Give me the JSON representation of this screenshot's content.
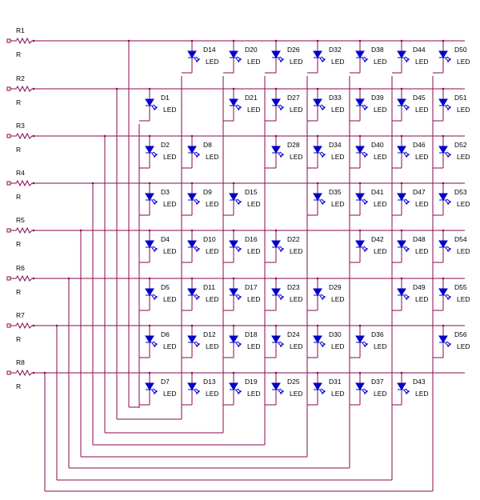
{
  "diagram": {
    "resistors": [
      {
        "name": "R1",
        "value": "R"
      },
      {
        "name": "R2",
        "value": "R"
      },
      {
        "name": "R3",
        "value": "R"
      },
      {
        "name": "R4",
        "value": "R"
      },
      {
        "name": "R5",
        "value": "R"
      },
      {
        "name": "R6",
        "value": "R"
      },
      {
        "name": "R7",
        "value": "R"
      },
      {
        "name": "R8",
        "value": "R"
      }
    ],
    "led_type": "LED",
    "leds": [
      {
        "name": "D1",
        "row": 1,
        "col": 0
      },
      {
        "name": "D2",
        "row": 2,
        "col": 0
      },
      {
        "name": "D3",
        "row": 3,
        "col": 0
      },
      {
        "name": "D4",
        "row": 4,
        "col": 0
      },
      {
        "name": "D5",
        "row": 5,
        "col": 0
      },
      {
        "name": "D6",
        "row": 6,
        "col": 0
      },
      {
        "name": "D7",
        "row": 7,
        "col": 0
      },
      {
        "name": "D14",
        "row": 0,
        "col": 1
      },
      {
        "name": "D8",
        "row": 2,
        "col": 1
      },
      {
        "name": "D9",
        "row": 3,
        "col": 1
      },
      {
        "name": "D10",
        "row": 4,
        "col": 1
      },
      {
        "name": "D11",
        "row": 5,
        "col": 1
      },
      {
        "name": "D12",
        "row": 6,
        "col": 1
      },
      {
        "name": "D13",
        "row": 7,
        "col": 1
      },
      {
        "name": "D20",
        "row": 0,
        "col": 2
      },
      {
        "name": "D21",
        "row": 1,
        "col": 2
      },
      {
        "name": "D15",
        "row": 3,
        "col": 2
      },
      {
        "name": "D16",
        "row": 4,
        "col": 2
      },
      {
        "name": "D17",
        "row": 5,
        "col": 2
      },
      {
        "name": "D18",
        "row": 6,
        "col": 2
      },
      {
        "name": "D19",
        "row": 7,
        "col": 2
      },
      {
        "name": "D26",
        "row": 0,
        "col": 3
      },
      {
        "name": "D27",
        "row": 1,
        "col": 3
      },
      {
        "name": "D28",
        "row": 2,
        "col": 3
      },
      {
        "name": "D22",
        "row": 4,
        "col": 3
      },
      {
        "name": "D23",
        "row": 5,
        "col": 3
      },
      {
        "name": "D24",
        "row": 6,
        "col": 3
      },
      {
        "name": "D25",
        "row": 7,
        "col": 3
      },
      {
        "name": "D32",
        "row": 0,
        "col": 4
      },
      {
        "name": "D33",
        "row": 1,
        "col": 4
      },
      {
        "name": "D34",
        "row": 2,
        "col": 4
      },
      {
        "name": "D35",
        "row": 3,
        "col": 4
      },
      {
        "name": "D29",
        "row": 5,
        "col": 4
      },
      {
        "name": "D30",
        "row": 6,
        "col": 4
      },
      {
        "name": "D31",
        "row": 7,
        "col": 4
      },
      {
        "name": "D38",
        "row": 0,
        "col": 5
      },
      {
        "name": "D39",
        "row": 1,
        "col": 5
      },
      {
        "name": "D40",
        "row": 2,
        "col": 5
      },
      {
        "name": "D41",
        "row": 3,
        "col": 5
      },
      {
        "name": "D42",
        "row": 4,
        "col": 5
      },
      {
        "name": "D36",
        "row": 6,
        "col": 5
      },
      {
        "name": "D37",
        "row": 7,
        "col": 5
      },
      {
        "name": "D44",
        "row": 0,
        "col": 6
      },
      {
        "name": "D45",
        "row": 1,
        "col": 6
      },
      {
        "name": "D46",
        "row": 2,
        "col": 6
      },
      {
        "name": "D47",
        "row": 3,
        "col": 6
      },
      {
        "name": "D48",
        "row": 4,
        "col": 6
      },
      {
        "name": "D49",
        "row": 5,
        "col": 6
      },
      {
        "name": "D43",
        "row": 7,
        "col": 6
      },
      {
        "name": "D50",
        "row": 0,
        "col": 7
      },
      {
        "name": "D51",
        "row": 1,
        "col": 7
      },
      {
        "name": "D52",
        "row": 2,
        "col": 7
      },
      {
        "name": "D53",
        "row": 3,
        "col": 7
      },
      {
        "name": "D54",
        "row": 4,
        "col": 7
      },
      {
        "name": "D55",
        "row": 5,
        "col": 7
      },
      {
        "name": "D56",
        "row": 6,
        "col": 7
      }
    ],
    "colors": {
      "wire": "#8b0a50",
      "led": "#0000cc",
      "text": "#000000",
      "background": "#ffffff"
    }
  }
}
